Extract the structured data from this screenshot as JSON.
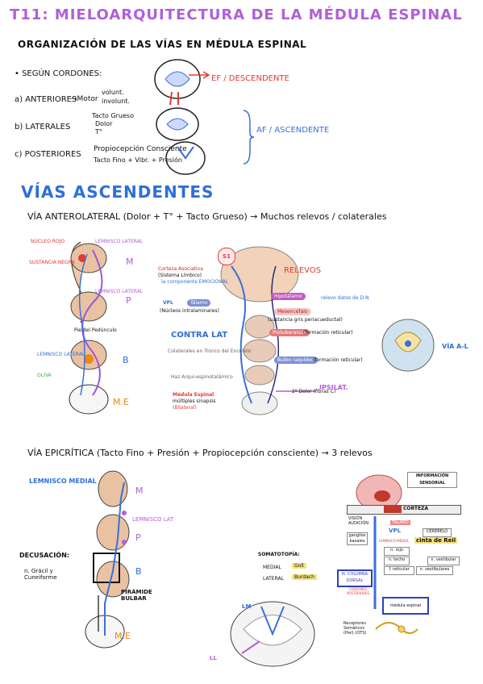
{
  "title": "T11: MIELOARQUITECTURA DE LA MÉDULA ESPINAL",
  "organizacion": {
    "heading": "ORGANIZACIÓN DE LAS VÍAS EN MÉDULA ESPINAL",
    "segun": "• SEGÚN CORDONES:",
    "anteriores": "a) ANTERIORES",
    "anteriores_detail": "→Motor",
    "anteriores_vol": "volunt.",
    "anteriores_invol": "involunt.",
    "laterales": "b) LATERALES",
    "laterales_1": "Tacto Grueso",
    "laterales_2": "Dolor",
    "laterales_3": "T°",
    "posteriores": "c) POSTERIORES",
    "posteriores_1": "Propiocepción Consciente",
    "posteriores_2": "Tacto Fino + Vibr. + Presión",
    "ef": "EF / DESCENDENTE",
    "af": "AF / ASCENDENTE"
  },
  "vias_ascendentes": {
    "heading": "VÍAS ASCENDENTES",
    "anterolateral": "VÍA ANTEROLATERAL (Dolor + T° + Tacto Grueso) → Muchos relevos / colaterales",
    "left_labels": {
      "nucleo_rojo": "NÚCLEO ROJO",
      "sustancia_negra": "SUSTANCIA NEGRA",
      "lemnisco_lateral": "LEMNISCO LATERAL",
      "lemnisco_lateral2": "LEMNISCO LATERAL",
      "pie_pedunculo": "Pie del Pedúnculo",
      "lemnisco_lateral3": "LEMNISCO LATERAL",
      "oliva": "OLIVA",
      "m": "M",
      "p": "P",
      "b": "B",
      "me": "M.E"
    },
    "center": {
      "si": "S1",
      "relevos": "RELEVOS",
      "corteza": "Corteza Asociativa",
      "sistema_limbico": "(Sistema Límbico)",
      "emocional": "la componente EMOCIONAL",
      "vpl": "VPL",
      "talamo": "Tálamo",
      "nucleos_intra": "(Núcleos intralaminares)",
      "hipotalamo": "Hipotálamo",
      "mesencefalo": "Mesencéfalo",
      "relevo_datos": "relevo datos de D.N",
      "sustancia_gris": "(sustancia gris periacueductal)",
      "contra_lat": "CONTRA LAT",
      "protuberancia": "Protuberancia",
      "formacion_ret": "(formación reticular)",
      "colaterales": "Colaterales en Tronco del Encéfalo",
      "bulbo": "Bulbo raquídeo",
      "formacion_ret2": "(formación reticular)",
      "haz_arqui": "Haz Arqui-espinotalámico",
      "segundo_dolor": "2º Dolor (fibras C)",
      "ipsilat": "IPSILAT.",
      "medula": "Médula Espinal",
      "multiples": "múltiples sinapsis",
      "bilateral": "(Bilateral)",
      "via_al": "VÍA A-L"
    }
  },
  "epicritica": {
    "heading": "VÍA EPICRÍTICA (Tacto Fino + Presión + Propiocepción consciente) → 3 relevos",
    "lemnisco_medial": "LEMNISCO MEDIAL",
    "m": "M",
    "lemnisco_lat": "LEMNISCO LAT",
    "p": "P",
    "b": "B",
    "me": "M.E",
    "decusacion": "DECUSACIÓN:",
    "gracil": "n. Grácil y Cuneiforme",
    "piramide": "PIRÁMIDE BULBAR",
    "somatotopia": "SOMATOTOPÍA:",
    "medial": "MEDIAL",
    "goll": "Goll",
    "lateral": "LATERAL",
    "burdach": "Burdach",
    "ll": "LL",
    "lm": "LM",
    "info_sensorial": "INFORMACIÓN SENSORIAL",
    "corteza": "CORTEZA",
    "vision": "VISIÓN AUDICIÓN",
    "talamo": "TÁLAMO",
    "vpl": "VPL",
    "cerebelo": "CEREBELO",
    "lemnisco_medial2": "LEMNISCO MEDIAL",
    "cinta_reil": "cinta de Reil",
    "ganglios": "ganglios basales",
    "n_rojo": "n. rojo",
    "n_techo": "n. techo",
    "n_vestibular": "n. vestibular",
    "f_reticular": "f. reticular",
    "n_vestibulares": "n. vestibulares",
    "columna": "N. COLUMNA DORSAL",
    "cordones": "CORDONES POSTERIORES",
    "medula": "médula espinal",
    "receptores": "Receptores Somáticos (Piel) (OTS)"
  },
  "colors": {
    "title": "#b05fd9",
    "heading": "#2f6fd8",
    "red": "#e53935",
    "purple": "#b05fd9"
  }
}
